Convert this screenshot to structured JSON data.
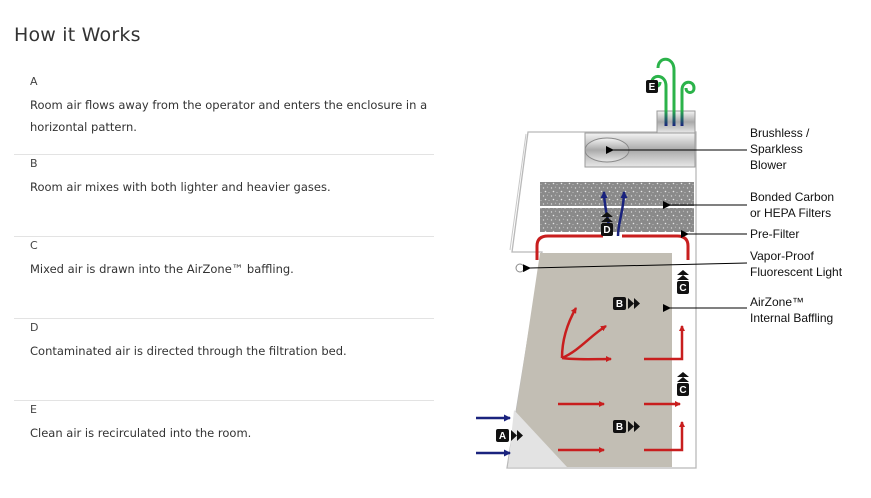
{
  "title": "How it Works",
  "steps": [
    {
      "letter": "A",
      "text": "Room air flows away from the operator and enters the enclosure in a horizontal pattern."
    },
    {
      "letter": "B",
      "text": "Room air mixes with both lighter and heavier gases."
    },
    {
      "letter": "C",
      "text": "Mixed air is drawn into the AirZone™ baffling."
    },
    {
      "letter": "D",
      "text": "Contaminated air is directed through the filtration bed."
    },
    {
      "letter": "E",
      "text": "Clean air is recirculated into the room."
    }
  ],
  "diagram": {
    "labels": {
      "blower": "Brushless /\nSparkless\nBlower",
      "filters": "Bonded Carbon\nor HEPA Filters",
      "prefilter": "Pre-Filter",
      "light": "Vapor-Proof\nFluorescent Light",
      "baffling": "AirZone™\nInternal Baffling"
    },
    "badges": {
      "a": "A",
      "b1": "B",
      "b2": "B",
      "c1": "C",
      "c2": "C",
      "d": "D",
      "e": "E"
    },
    "colors": {
      "chamber": "#c2beb4",
      "filter": "#8a8a8a",
      "red_arrow": "#c81e1e",
      "blue_arrow": "#1a237e",
      "clean_air": "#2bb34a"
    }
  }
}
